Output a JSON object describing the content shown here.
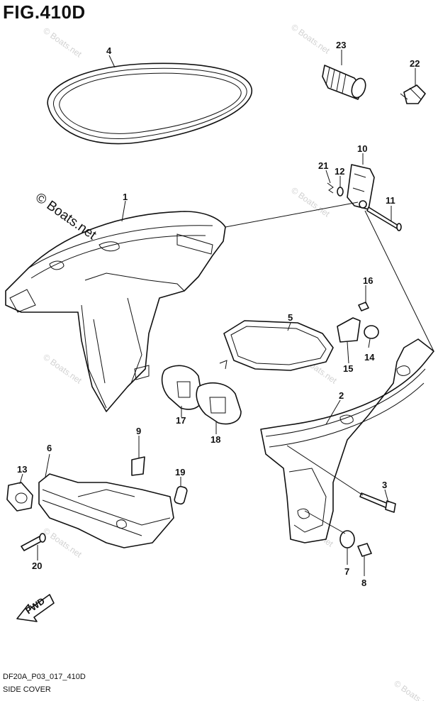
{
  "title": "FIG.410D",
  "copyright": "© Boats.net",
  "watermark": "© Boats.net",
  "footer": {
    "code": "DF20A_P03_017_410D",
    "name": "SIDE COVER"
  },
  "fwd_label": "FWD",
  "callouts": {
    "p1": "1",
    "p2": "2",
    "p3": "3",
    "p4": "4",
    "p5": "5",
    "p6": "6",
    "p7": "7",
    "p8": "8",
    "p9": "9",
    "p10": "10",
    "p11": "11",
    "p12": "12",
    "p13": "13",
    "p14": "14",
    "p15": "15",
    "p16": "16",
    "p17": "17",
    "p18": "18",
    "p19": "19",
    "p20": "20",
    "p21": "21",
    "p22": "22",
    "p23": "23"
  }
}
